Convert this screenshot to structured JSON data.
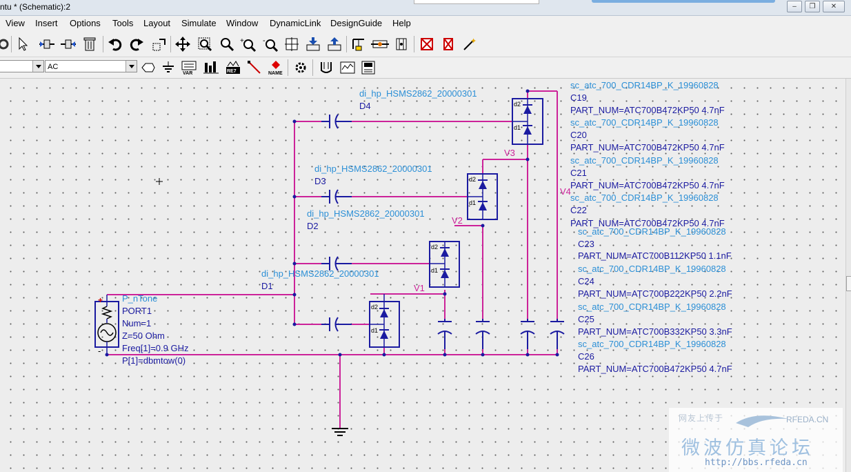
{
  "window": {
    "title": "ntu * (Schematic):2",
    "controls": {
      "minimize": "–",
      "restore": "❐",
      "close": "✕"
    }
  },
  "menu": [
    "View",
    "Insert",
    "Options",
    "Tools",
    "Layout",
    "Simulate",
    "Window",
    "DynamicLink",
    "DesignGuide",
    "Help"
  ],
  "toolbar2": {
    "library_value": "",
    "component_palette_value": "AC"
  },
  "colors": {
    "wire": "#cc2299",
    "component": "#1a1aa0",
    "label_blue": "#2b8fd6",
    "canvas_bg": "#ededed",
    "grid_dot": "#5e5e5e"
  },
  "schematic": {
    "diodes": [
      {
        "model": "di_hp_HSMS2862_20000301",
        "ref": "D4",
        "pin_top": "d2",
        "pin_bottom": "d1"
      },
      {
        "model": "di_hp_HSMS2862_20000301",
        "ref": "D3",
        "pin_top": "d2",
        "pin_bottom": "d1"
      },
      {
        "model": "di_hp_HSMS2862_20000301",
        "ref": "D2",
        "pin_top": "d2",
        "pin_bottom": "d1"
      },
      {
        "model": "di_hp_HSMS2862_20000301",
        "ref": "D1",
        "pin_top": "d2",
        "pin_bottom": "d1"
      }
    ],
    "nodes": [
      "V1",
      "V2",
      "V3",
      "V4"
    ],
    "port": {
      "name": "P_nTone",
      "lines": [
        "PORT1",
        "Num=1",
        "Z=50 Ohm",
        "Freq[1]=0.9 GHz",
        "P[1]=dbmtow(0)"
      ],
      "plus": "+",
      "minus": "-"
    },
    "capacitors": [
      {
        "model": "sc_atc_700_CDR14BP_K_19960828",
        "ref": "C19",
        "part": "PART_NUM=ATC700B472KP50 4.7nF"
      },
      {
        "model": "sc_atc_700_CDR14BP_K_19960828",
        "ref": "C20",
        "part": "PART_NUM=ATC700B472KP50 4.7nF"
      },
      {
        "model": "sc_atc_700_CDR14BP_K_19960828",
        "ref": "C21",
        "part": "PART_NUM=ATC700B472KP50 4.7nF"
      },
      {
        "model": "sc_atc_700_CDR14BP_K_19960828",
        "ref": "C22",
        "part": "PART_NUM=ATC700B472KP50 4.7nF"
      },
      {
        "model": "sc_atc_700_CDR14BP_K_19960828",
        "ref": "C23",
        "part": "PART_NUM=ATC700B112KP50 1.1nF"
      },
      {
        "model": "sc_atc_700_CDR14BP_K_19960828",
        "ref": "C24",
        "part": "PART_NUM=ATC700B222KP50 2.2nF"
      },
      {
        "model": "sc_atc_700_CDR14BP_K_19960828",
        "ref": "C25",
        "part": "PART_NUM=ATC700B332KP50 3.3nF"
      },
      {
        "model": "sc_atc_700_CDR14BP_K_19960828",
        "ref": "C26",
        "part": "PART_NUM=ATC700B472KP50 4.7nF"
      }
    ]
  },
  "watermark": {
    "head": "网友上传于",
    "brand": "RFEDA.CN",
    "chinese": "微波仿真论坛",
    "url": "http://bbs.rfeda.cn"
  }
}
